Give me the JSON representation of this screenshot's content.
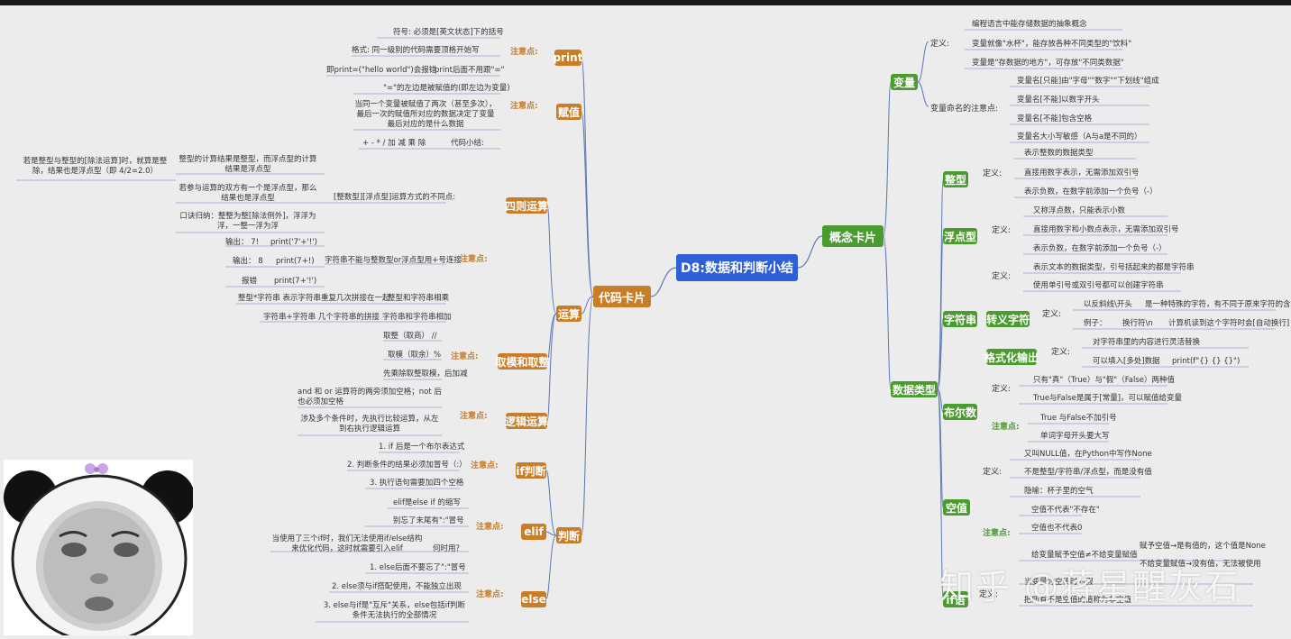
{
  "root": "D8:数据和判断小结",
  "code_card": {
    "title": "代码卡片",
    "print": {
      "title": "print",
      "note": "注意点:",
      "items": [
        "符号: 必须是[英文状态]下的括号",
        "格式: 同一级别的代码需要顶格开始写",
        "即print=(\"hello world\")会报错",
        "print后面不用跟\"=\""
      ]
    },
    "assign": {
      "title": "赋值",
      "note": "注意点:",
      "items": [
        "\"=\"的左边是被赋值的(即左边为变量)",
        "当同一个变量被赋值了两次（甚至多次），最后一次的赋值所对应的数据决定了变量最后对应的是什么数据"
      ]
    },
    "ops": {
      "title": "运算",
      "arith": {
        "title": "四则运算",
        "summary_label": "代码小结:",
        "summary": "+ - * /       加 减 乘 除",
        "diff_title": "[整数型][浮点型]运算方式的不同点:",
        "diff_items": [
          "整型的计算结果是整型，而浮点型的计算结果是浮点型",
          "若是整型与整型的[除法运算]时，就算是整除，结果也是浮点型（即 4/2=2.0）",
          "若参与运算的双方有一个是浮点型，那么结果也是浮点型",
          "口诀归纳：整整为整[除法例外]，浮浮为浮，一整一浮为浮"
        ],
        "note": "注意点:",
        "str_title": "字符串不能与整数型or浮点型用+号连接",
        "str_items": [
          "输出：  7!",
          "print('7'+'!')",
          "输出：  8",
          "print(7+!)",
          "报错",
          "print(7+'!')"
        ],
        "mul_items": [
          "整型*字符串 表示字符串重复几次拼接在一起",
          "整型和字符串相乘",
          "字符串+字符串 几个字符串的拼接",
          "字符串和字符串相加"
        ]
      },
      "mod": {
        "title": "取模和取整",
        "note": "注意点:",
        "items": [
          "取整（取商） //",
          "取模（取余）%",
          "先乘除取整取模，后加减"
        ]
      },
      "logic": {
        "title": "逻辑运算",
        "note": "注意点:",
        "items": [
          "and 和 or 运算符的两旁须加空格；not 后也必须加空格",
          "涉及多个条件时，先执行比较运算，从左到右执行逻辑运算"
        ]
      }
    },
    "judge": {
      "title": "判断",
      "if": {
        "title": "if判断",
        "note": "注意点:",
        "items": [
          "1. if 后是一个布尔表达式",
          "2. 判断条件的结果必须加冒号（:）",
          "3. 执行语句需要加四个空格"
        ]
      },
      "elif": {
        "title": "elif",
        "note": "注意点:",
        "items": [
          "elif是else if 的缩写",
          "别忘了末尾有\":\"冒号",
          "当使用了三个if时，我们无法使用if/else结构来优化代码，这时就需要引入elif",
          "何时用？"
        ]
      },
      "else": {
        "title": "else",
        "note": "注意点:",
        "items": [
          "1. else后面不要忘了\":\"冒号",
          "2. else须与if搭配使用，不能独立出现",
          "3. else与if是\"互斥\"关系，else包括if判断条件无法执行的全部情况"
        ]
      }
    }
  },
  "concept_card": {
    "title": "概念卡片",
    "variable": {
      "title": "变量",
      "def_label": "定义:",
      "defs": [
        "编程语言中能存储数据的抽象概念",
        "变量就像\"水杯\"，能存放各种不同类型的\"饮料\"",
        "变量是\"存数据的地方\"，可存放\"不同类数据\""
      ],
      "naming_label": "变量命名的注意点:",
      "naming": [
        "变量名[只能]由\"字母\"\"数字\"\"下划线\"组成",
        "变量名[不能]以数字开头",
        "变量名[不能]包含空格",
        "变量名大小写敏感（A与a是不同的）"
      ]
    },
    "types": {
      "title": "数据类型",
      "int": {
        "title": "整型",
        "def_label": "定义:",
        "items": [
          "表示整数的数据类型",
          "直接用数字表示，无需添加双引号",
          "表示负数，在数字前添加一个负号（-）"
        ]
      },
      "float": {
        "title": "浮点型",
        "def_label": "定义:",
        "items": [
          "又称浮点数，只能表示小数",
          "直接用数字和小数点表示，无需添加双引号",
          "表示负数，在数字前添加一个负号（-）"
        ]
      },
      "str": {
        "title": "字符串",
        "def_label": "定义:",
        "items": [
          "表示文本的数据类型，引号括起来的都是字符串",
          "使用单引号或双引号都可以创建字符串"
        ],
        "escape": {
          "title": "转义字符",
          "def_label": "定义:",
          "items": [
            "以反斜线\\开头",
            "是一种特殊的字符，有不同于原来字符的含义",
            "例子：",
            "换行符\\n",
            "计算机读到这个字符时会[自动换行]"
          ]
        },
        "fmt": {
          "title": "格式化输出",
          "def_label": "定义:",
          "items": [
            "对字符串里的内容进行灵活替换",
            "可以填入[多处]数据",
            "print(f\"{}  {}  {}\")"
          ]
        }
      },
      "bool": {
        "title": "布尔数",
        "def_label": "定义:",
        "items": [
          "只有\"真\"（True）与\"假\"（False）两种值",
          "True与False是属于[常量]，可以赋值给变量"
        ],
        "note": "注意点:",
        "notes": [
          "True 与False不加引号",
          "单词字母开头要大写"
        ]
      },
      "none": {
        "title": "空值",
        "def_label": "定义:",
        "items": [
          "又叫NULL值，在Python中写作None",
          "不是整型/字符串/浮点型，而是没有值",
          "隐喻：杯子里的空气"
        ],
        "note": "注意点:",
        "notes": [
          "空值不代表\"不存在\"",
          "空值也不代表0",
          "给变量赋予空值≠不给变量赋值",
          "赋予空值→是有值的，这个值是None",
          "不给变量赋值→没有值，无法被使用"
        ]
      },
      "if_label": {
        "title": "if语",
        "def_label": "定义:",
        "items": [
          "当变量为空值时为假",
          "把所有不是空值的值称为非空值"
        ]
      }
    }
  },
  "watermark": "知乎 @蒋星醒灰石"
}
